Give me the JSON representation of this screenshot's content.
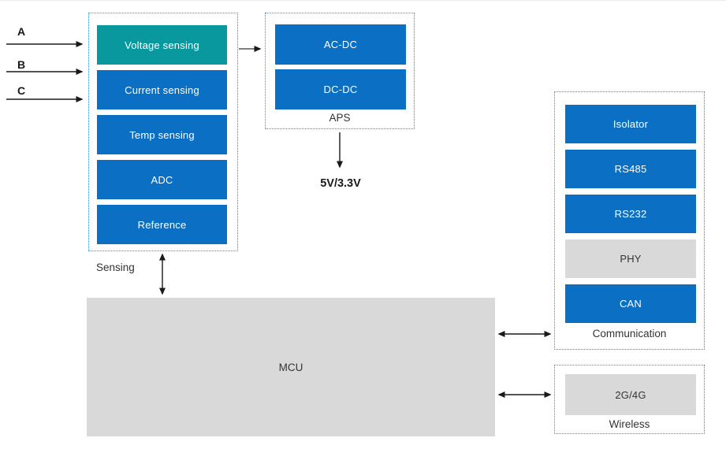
{
  "inputs": [
    {
      "label": "A"
    },
    {
      "label": "B"
    },
    {
      "label": "C"
    }
  ],
  "sensing": {
    "label": "Sensing",
    "blocks": [
      {
        "label": "Voltage sensing",
        "color": "#0a989f"
      },
      {
        "label": "Current sensing",
        "color": "#0b70c3"
      },
      {
        "label": "Temp sensing",
        "color": "#0b70c3"
      },
      {
        "label": "ADC",
        "color": "#0b70c3"
      },
      {
        "label": "Reference",
        "color": "#0b70c3"
      }
    ]
  },
  "aps": {
    "label": "APS",
    "blocks": [
      {
        "label": "AC-DC",
        "color": "#0b70c3"
      },
      {
        "label": "DC-DC",
        "color": "#0b70c3"
      }
    ],
    "output_label": "5V/3.3V"
  },
  "mcu": {
    "label": "MCU",
    "color": "#d9d9d9"
  },
  "communication": {
    "label": "Communication",
    "blocks": [
      {
        "label": "Isolator",
        "color": "#0b70c3"
      },
      {
        "label": "RS485",
        "color": "#0b70c3"
      },
      {
        "label": "RS232",
        "color": "#0b70c3"
      },
      {
        "label": "PHY",
        "color": "#d9d9d9"
      },
      {
        "label": "CAN",
        "color": "#0b70c3"
      }
    ]
  },
  "wireless": {
    "label": "Wireless",
    "blocks": [
      {
        "label": "2G/4G",
        "color": "#d9d9d9"
      }
    ]
  },
  "colors": {
    "accent_blue": "#0b70c3",
    "accent_teal": "#0a989f",
    "neutral_gray": "#d9d9d9",
    "dotted_border": "#3b8ad6",
    "arrow_black": "#1a1a1a",
    "arrow_gray": "#7f7f7f"
  }
}
